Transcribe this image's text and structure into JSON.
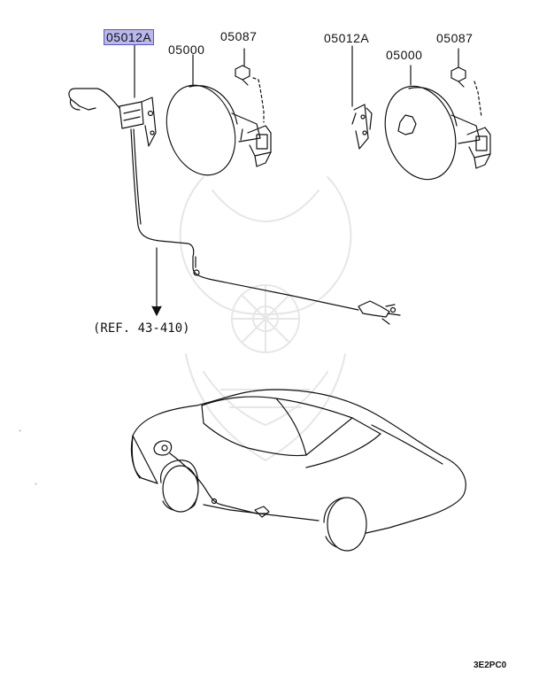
{
  "callouts": {
    "left_release_cable": "05012A",
    "left_fuel_lid": "05000",
    "left_screw": "05087",
    "right_release_cable": "05012A",
    "right_fuel_lid": "05000",
    "right_screw": "05087"
  },
  "reference": "(REF. 43-410)",
  "diagram_code": "3E2PC0",
  "highlight_color": "#b9b8ec"
}
